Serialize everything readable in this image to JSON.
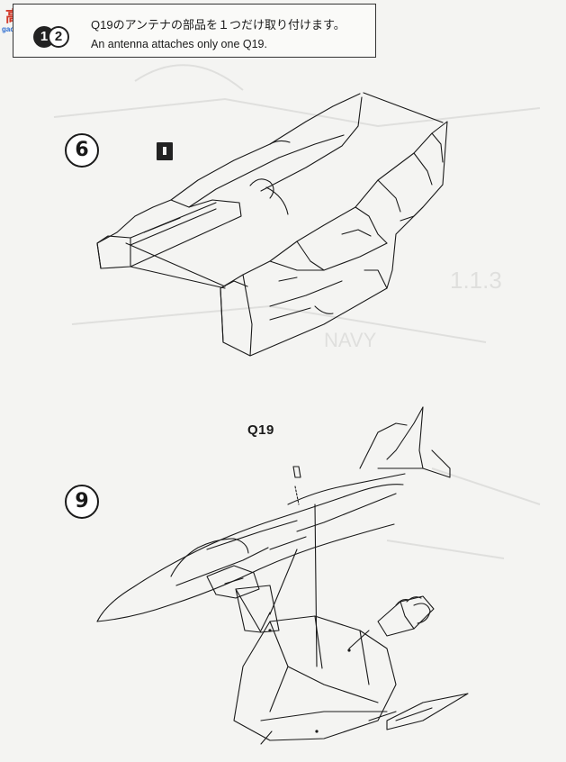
{
  "watermark": {
    "brand_cn": "高网",
    "url": "gao-shop.com"
  },
  "notice": {
    "step_icon_1": "1",
    "step_icon_2": "2",
    "text_ja": "Q19のアンテナの部品を１つだけ取り付けます。",
    "text_en": "An antenna attaches only one Q19."
  },
  "steps": [
    {
      "number": "6"
    },
    {
      "number": "9"
    }
  ],
  "part_label": "Q19",
  "ghost_print": {
    "text_1": "NAVY",
    "text_2": "1.1.3"
  },
  "icons": {
    "glue": "cement-icon"
  }
}
